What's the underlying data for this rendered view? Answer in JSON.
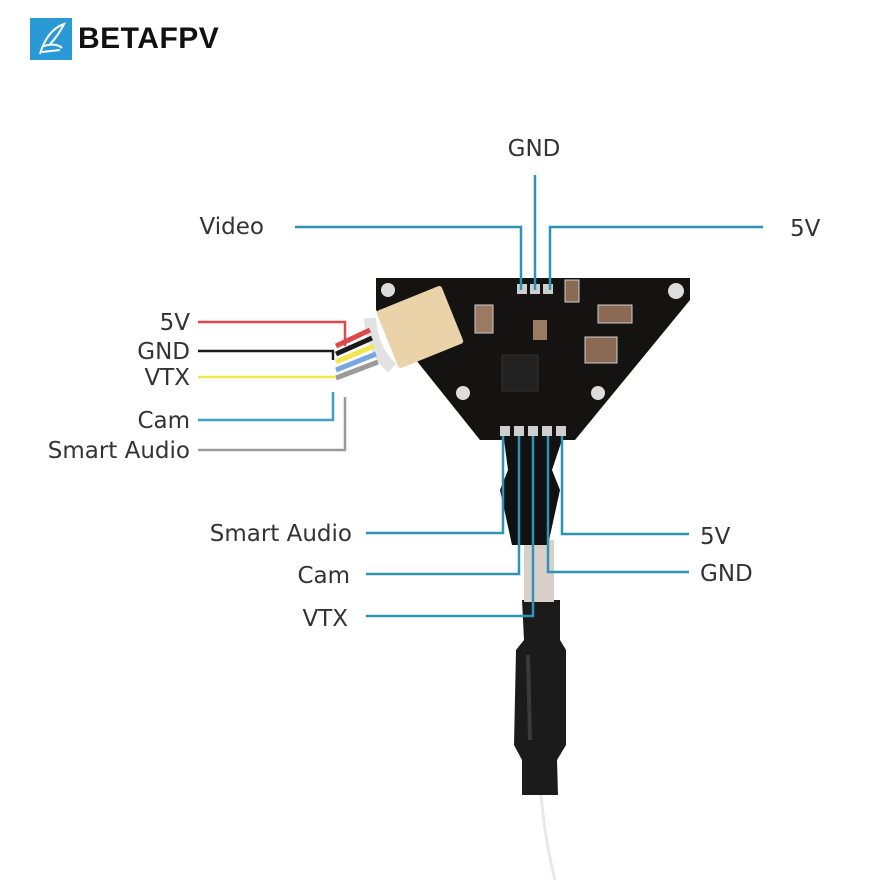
{
  "brand": {
    "name": "BETAFPV",
    "logo_icon": "feather-b-logo-icon",
    "color": "#2a9ad6"
  },
  "top_pads": {
    "labels": {
      "gnd": "GND",
      "video": "Video",
      "v5": "5V"
    }
  },
  "connector_wires": {
    "labels": {
      "v5": "5V",
      "gnd": "GND",
      "vtx": "VTX",
      "cam": "Cam",
      "smart_audio": "Smart Audio"
    },
    "colors": {
      "v5": "#e0474c",
      "gnd": "#1a1a1a",
      "vtx": "#f2e64a",
      "cam": "#3fa1c2",
      "smart_audio": "#9a9a9a"
    }
  },
  "bottom_pads": {
    "labels": {
      "smart_audio": "Smart Audio",
      "cam": "Cam",
      "vtx": "VTX",
      "v5": "5V",
      "gnd": "GND"
    }
  },
  "leader_color": "#2f93b5"
}
